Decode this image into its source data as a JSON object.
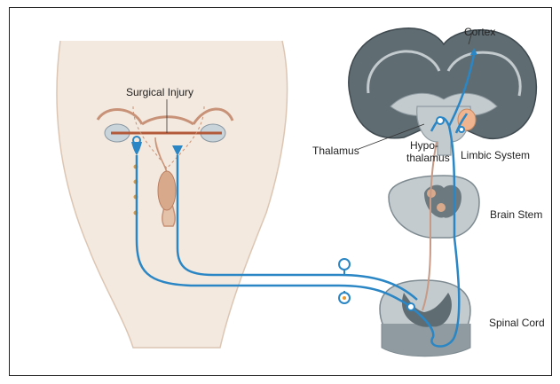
{
  "labels": {
    "surgical_injury": "Surgical Injury",
    "cortex": "Cortex",
    "thalamus": "Thalamus",
    "hypothalamus_line1": "Hypo-",
    "hypothalamus_line2": "thalamus",
    "limbic_system": "Limbic System",
    "brain_stem": "Brain Stem",
    "spinal_cord": "Spinal Cord"
  },
  "colors": {
    "nerve": "#2a86c4",
    "tissue": "#f3e7dc",
    "tissue_outline": "#d8c2ad",
    "brain_gray": "#5f6c72",
    "brain_light": "#c3cbcf",
    "organ": "#d9a98c",
    "limbic": "#f0b48f",
    "neuron_ascending": "#c89a86"
  }
}
